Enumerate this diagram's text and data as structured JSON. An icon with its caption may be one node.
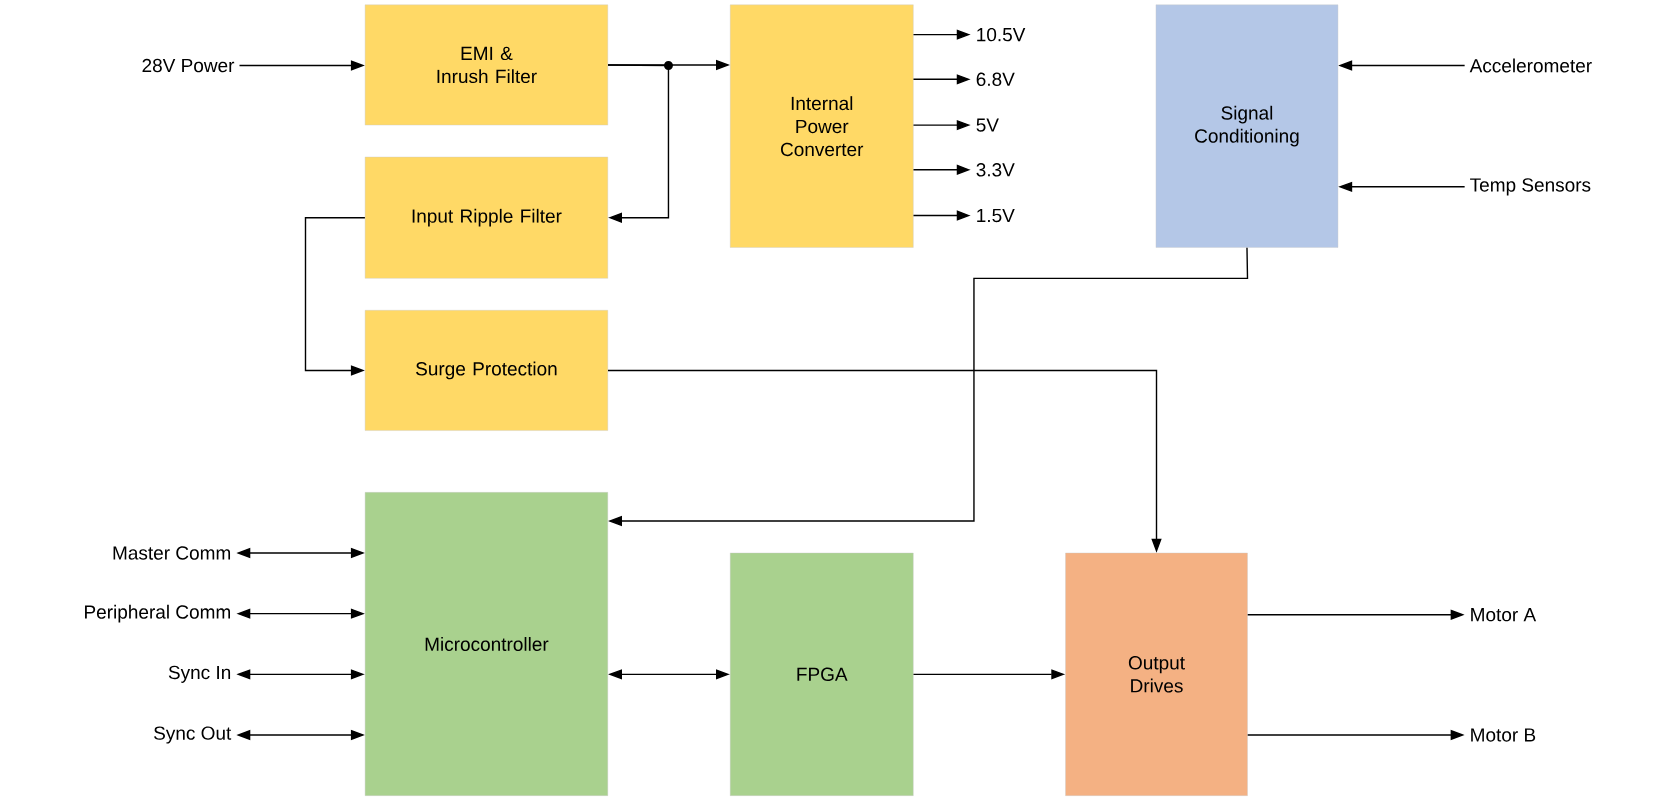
{
  "diagram": {
    "nodes": [
      {
        "text": [
          "28V Power"
        ]
      },
      {
        "text": [
          "EMI & Inrush Filter"
        ]
      },
      {
        "text": [
          "Input Ripple Filter"
        ]
      },
      {
        "text": [
          "Surge Protection"
        ]
      },
      {
        "text": [
          "Internal Power Converter"
        ]
      },
      {
        "text": [
          "10.5V"
        ]
      },
      {
        "text": [
          "6.8V"
        ]
      },
      {
        "text": [
          "5V"
        ]
      },
      {
        "text": [
          "3.3V"
        ]
      },
      {
        "text": [
          "1.5V"
        ]
      },
      {
        "text": [
          "Signal Conditioning"
        ]
      },
      {
        "text": [
          "Accelerometer"
        ]
      },
      {
        "text": [
          "Temp Sensors"
        ]
      },
      {
        "text": [
          "Master Comm"
        ]
      },
      {
        "text": [
          "Peripheral Comm"
        ]
      },
      {
        "text": [
          "Sync In"
        ]
      },
      {
        "text": [
          "Sync Out"
        ]
      },
      {
        "text": [
          "Microcontroller"
        ]
      },
      {
        "text": [
          "FPGA"
        ]
      },
      {
        "text": [
          "Output Drives"
        ]
      },
      {
        "text": [
          "Motor A"
        ]
      },
      {
        "text": [
          "Motor B"
        ]
      }
    ],
    "edges": [
      {
        "from": 0,
        "to": 1,
        "arrow": "to"
      },
      {
        "from": 1,
        "to": 4,
        "arrow": "to"
      },
      {
        "from": 1,
        "to": 2,
        "arrow": "to"
      },
      {
        "from": 2,
        "to": 3,
        "arrow": "to"
      },
      {
        "from": 3,
        "to": 19,
        "arrow": "to"
      },
      {
        "from": 4,
        "to": 5,
        "arrow": "to"
      },
      {
        "from": 4,
        "to": 6,
        "arrow": "to"
      },
      {
        "from": 4,
        "to": 7,
        "arrow": "to"
      },
      {
        "from": 4,
        "to": 8,
        "arrow": "to"
      },
      {
        "from": 4,
        "to": 9,
        "arrow": "to"
      },
      {
        "from": 11,
        "to": 10,
        "arrow": "to"
      },
      {
        "from": 12,
        "to": 10,
        "arrow": "to"
      },
      {
        "from": 10,
        "to": 17,
        "arrow": "to"
      },
      {
        "from": 13,
        "to": 17,
        "arrow": "both"
      },
      {
        "from": 14,
        "to": 17,
        "arrow": "both"
      },
      {
        "from": 15,
        "to": 17,
        "arrow": "both"
      },
      {
        "from": 16,
        "to": 17,
        "arrow": "both"
      },
      {
        "from": 17,
        "to": 18,
        "arrow": "both"
      },
      {
        "from": 18,
        "to": 19,
        "arrow": "to"
      },
      {
        "from": 19,
        "to": 20,
        "arrow": "to"
      },
      {
        "from": 19,
        "to": 21,
        "arrow": "to"
      }
    ]
  }
}
